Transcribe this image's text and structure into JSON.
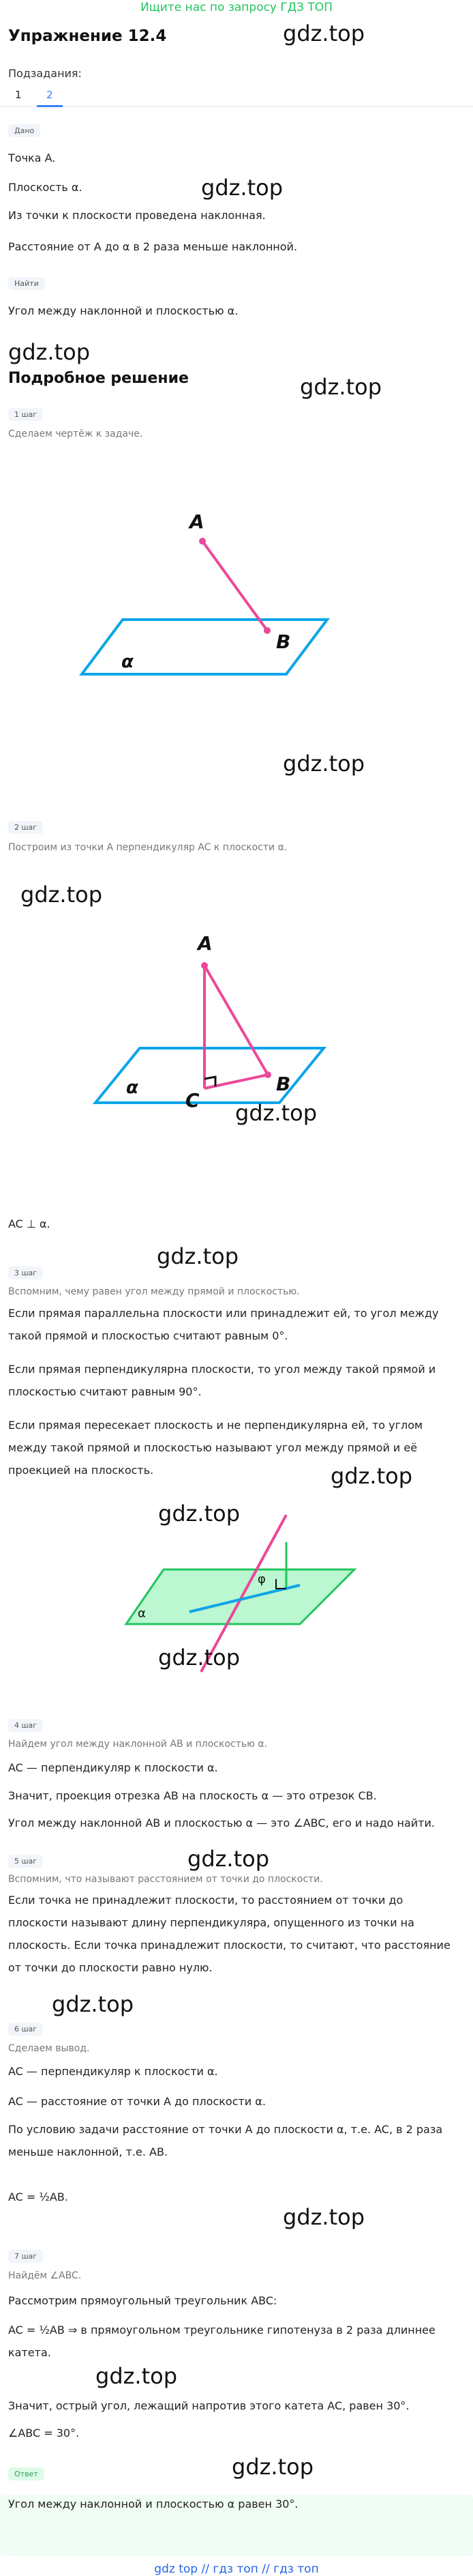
{
  "banner": "Ищите нас по запросу ГДЗ ТОП",
  "title": "Упражнение 12.4",
  "watermark": "gdz.top",
  "subtasks_label": "Подзадания:",
  "subtasks": [
    "1",
    "2"
  ],
  "given_badge": "Дано",
  "given": [
    "Точка A.",
    "Плоскость α.",
    "Из точки к плоскости проведена наклонная.",
    "Расстояние от A до α в 2 раза меньше наклонной."
  ],
  "find_badge": "Найти",
  "find": "Угол между наклонной и плоскостью α.",
  "solution_title": "Подробное решение",
  "steps": [
    {
      "badge": "1 шаг",
      "lines": [
        "Сделаем чертёж к задаче."
      ]
    },
    {
      "badge": "2 шаг",
      "lines": [
        "Построим из точки A перпендикуляр AC к плоскости α."
      ],
      "after": "AC ⊥ α."
    },
    {
      "badge": "3 шаг",
      "lines": [
        "Вспомним, чему равен угол между прямой и плоскостью.",
        "Если прямая параллельна плоскости или принадлежит ей, то угол между такой прямой и плоскостью считают равным 0°.",
        "Если прямая перпендикулярна плоскости, то угол между такой прямой и плоскостью считают равным 90°.",
        "Если прямая пересекает плоскость и не перпендикулярна ей, то углом между такой прямой и плоскостью называют угол между прямой и её проекцией на плоскость."
      ]
    },
    {
      "badge": "4 шаг",
      "lines": [
        "Найдем угол между наклонной AB и плоскостью α.",
        "AC — перпендикуляр к плоскости α.",
        "Значит, проекция отрезка AB на плоскость α — это отрезок CB.",
        "Угол между наклонной AB и плоскостью α — это ∠ABC, его и надо найти."
      ]
    },
    {
      "badge": "5 шаг",
      "lines": [
        "Вспомним, что называют расстоянием от точки до плоскости.",
        "Если точка не принадлежит плоскости, то расстоянием от точки до плоскости называют длину перпендикуляра, опущенного из точки на плоскость. Если точка принадлежит плоскости, то считают, что расстояние от точки до плоскости равно нулю."
      ]
    },
    {
      "badge": "6 шаг",
      "lines": [
        "Сделаем вывод.",
        "AC — перпендикуляр к плоскости α.",
        "AC — расстояние от точки A до плоскости α.",
        "По условию задачи расстояние от точки A до плоскости α, т.е. AC, в 2 раза меньше наклонной, т.е. AB.",
        "AC = ½AB."
      ]
    },
    {
      "badge": "7 шаг",
      "lines": [
        "Найдём ∠ABC.",
        "Рассмотрим прямоугольный треугольник ABC:",
        "AC = ½AB ⇒ в прямоугольном треугольнике гипотенуза в 2 раза длиннее катета.",
        "Значит, острый угол, лежащий напротив этого катета AC, равен 30°.",
        "∠ABC = 30°."
      ]
    }
  ],
  "answer_badge": "Ответ",
  "answer": "Угол между наклонной и плоскостью α равен 30°.",
  "footer": "gdz top // гдз топ // гдз топ",
  "figure_labels": {
    "A": "A",
    "B": "B",
    "C": "C",
    "alpha": "α",
    "phi": "φ"
  },
  "colors": {
    "accent": "#3b82f6",
    "green": "#22c55e",
    "pink": "#ec4899",
    "plane_blue": "#0ea5e9"
  }
}
